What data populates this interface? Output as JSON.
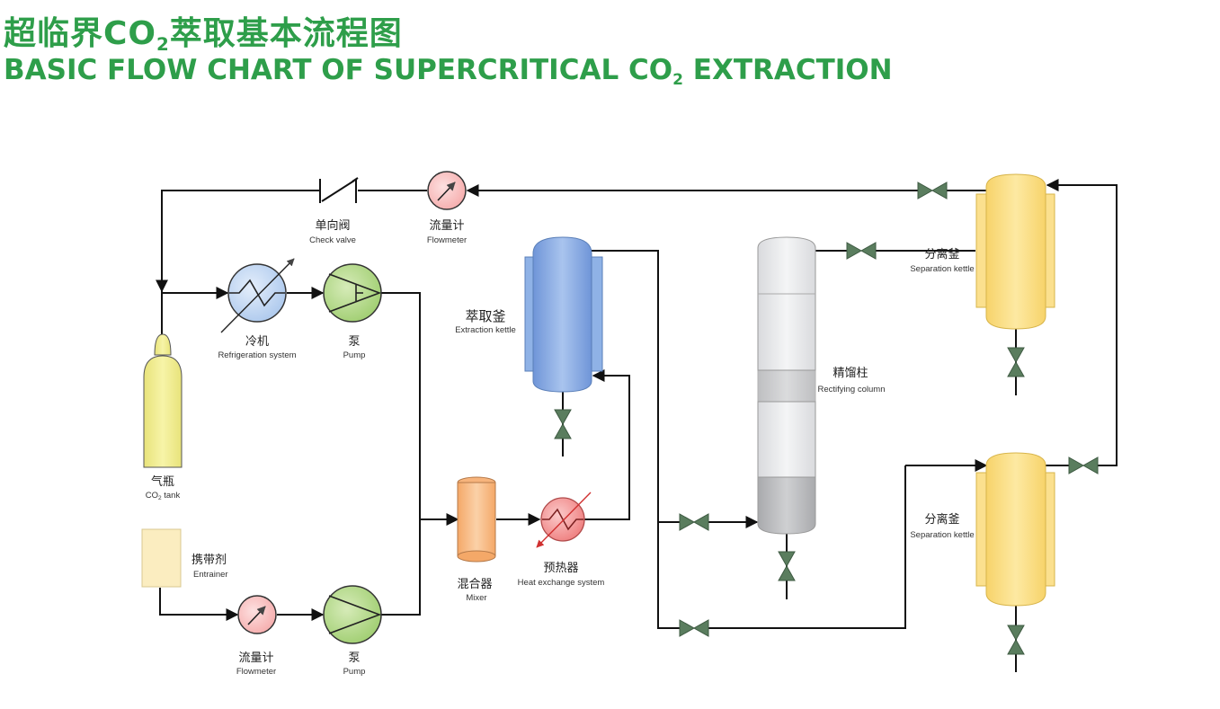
{
  "title": {
    "zh_pre": "超临界CO",
    "zh_sub": "2",
    "zh_post": "萃取基本流程图",
    "en_pre": "BASIC FLOW CHART OF SUPERCRITICAL CO",
    "en_sub": "2",
    "en_post": " EXTRACTION"
  },
  "labels": {
    "check_valve_zh": "单向阀",
    "check_valve_en": "Check valve",
    "flowmeter_top_zh": "流量计",
    "flowmeter_top_en": "Flowmeter",
    "refrigeration_zh": "冷机",
    "refrigeration_en": "Refrigeration system",
    "pump_top_zh": "泵",
    "pump_top_en": "Pump",
    "extraction_zh": "萃取釜",
    "extraction_en": "Extraction kettle",
    "rectifying_zh": "精馏柱",
    "rectifying_en": "Rectifying column",
    "sep1_zh": "分离釜",
    "sep1_en": "Separation kettle",
    "sep2_zh": "分离釜",
    "sep2_en": "Separation kettle",
    "tank_zh": "气瓶",
    "tank_en_pre": "CO",
    "tank_en_sub": "2",
    "tank_en_post": " tank",
    "entrainer_zh": "携带剂",
    "entrainer_en": "Entrainer",
    "flowmeter_bot_zh": "流量计",
    "flowmeter_bot_en": "Flowmeter",
    "pump_bot_zh": "泵",
    "pump_bot_en": "Pump",
    "mixer_zh": "混合器",
    "mixer_en": "Mixer",
    "preheater_zh": "预热器",
    "preheater_en": "Heat exchange system"
  },
  "colors": {
    "brand_green": "#2e9e4a",
    "pipe": "#111111",
    "valve": "#5a7d5e",
    "tank_yellow": "#f2ee8e",
    "extraction_blue": "#8fb2e6",
    "separator_yellow": "#fbd978",
    "pump_green": "#b4d88a",
    "flowmeter_pink": "#f9c0c0",
    "refrigeration_blue": "#c8dcf5",
    "mixer_orange": "#f8c090",
    "preheater_red": "#f39999",
    "entrainer_cream": "#fbedc0",
    "column_grey": "#e8e9eb"
  },
  "icons": [
    "check-valve-icon",
    "flowmeter-icon",
    "heat-exchanger-icon",
    "pump-icon",
    "valve-icon"
  ]
}
